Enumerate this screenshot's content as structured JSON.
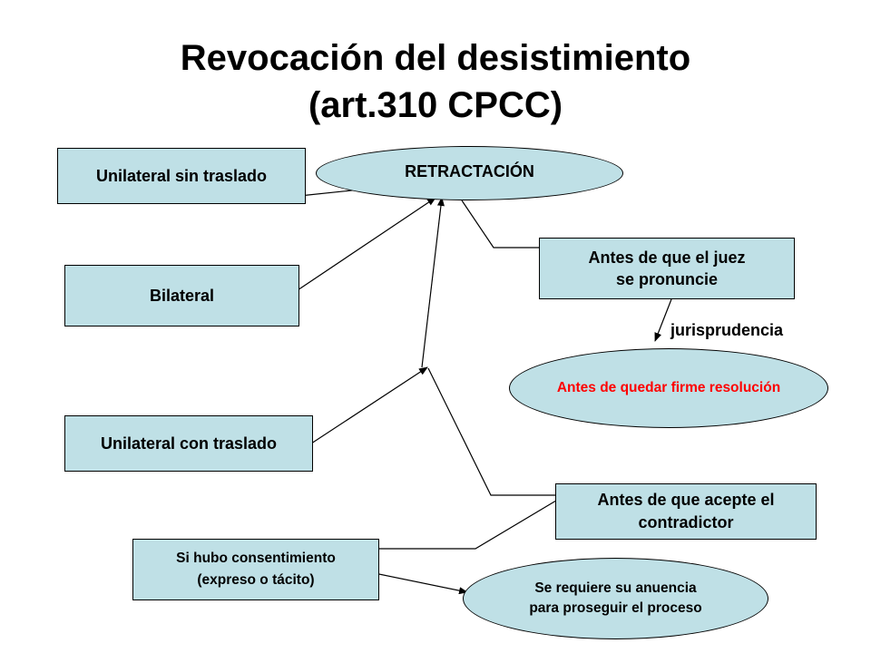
{
  "title": {
    "line1": "Revocación del desistimiento",
    "line2": "(art.310 CPCC)"
  },
  "nodes": {
    "unilateral_sin_traslado": "Unilateral sin traslado",
    "bilateral": "Bilateral",
    "unilateral_con_traslado": "Unilateral con traslado",
    "retractacion": "RETRACTACIÓN",
    "antes_juez_line1": "Antes de que el juez",
    "antes_juez_line2": "se pronuncie",
    "jurisprudencia": "jurisprudencia",
    "antes_firme": "Antes de quedar firme resolución",
    "antes_contradictor_line1": "Antes de que acepte el",
    "antes_contradictor_line2": "contradictor",
    "consentimiento_line1": "Si hubo consentimiento",
    "consentimiento_line2": "(expreso o tácito)",
    "anuencia_line1": "Se requiere su anuencia",
    "anuencia_line2": "para proseguir el proceso"
  },
  "colors": {
    "box_fill": "#bfe0e6",
    "highlight_text": "#ff0000",
    "line": "#000000"
  }
}
